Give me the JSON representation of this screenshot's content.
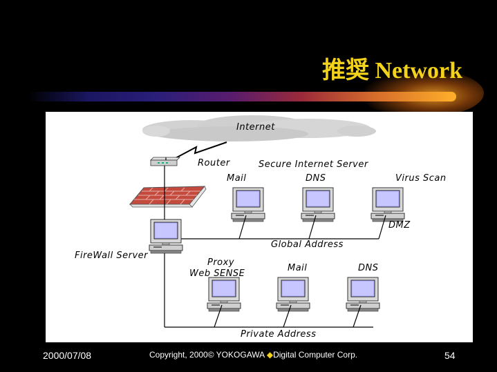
{
  "slide": {
    "title": "推奨 Network",
    "page_number": "54"
  },
  "footer": {
    "date": "2000/07/08",
    "copyright_prefix": "Copyright, 2000© YOKOGAWA",
    "copyright_suffix": "Digital Computer Corp."
  },
  "diagram": {
    "labels": {
      "internet": "Internet",
      "router": "Router",
      "secure_server": "Secure Internet Server",
      "mail_dmz": "Mail",
      "dns_dmz": "DNS",
      "virus_scan": "Virus Scan",
      "dmz": "DMZ",
      "global_address": "Global Address",
      "firewall_server": "FireWall Server",
      "proxy": "Proxy",
      "web_sense": "Web SENSE",
      "mail_private": "Mail",
      "dns_private": "DNS",
      "private_address": "Private Address"
    },
    "colors": {
      "title": "#f3d21c",
      "screen": "#b9b7ff",
      "firewall": "#c44a3e"
    }
  }
}
